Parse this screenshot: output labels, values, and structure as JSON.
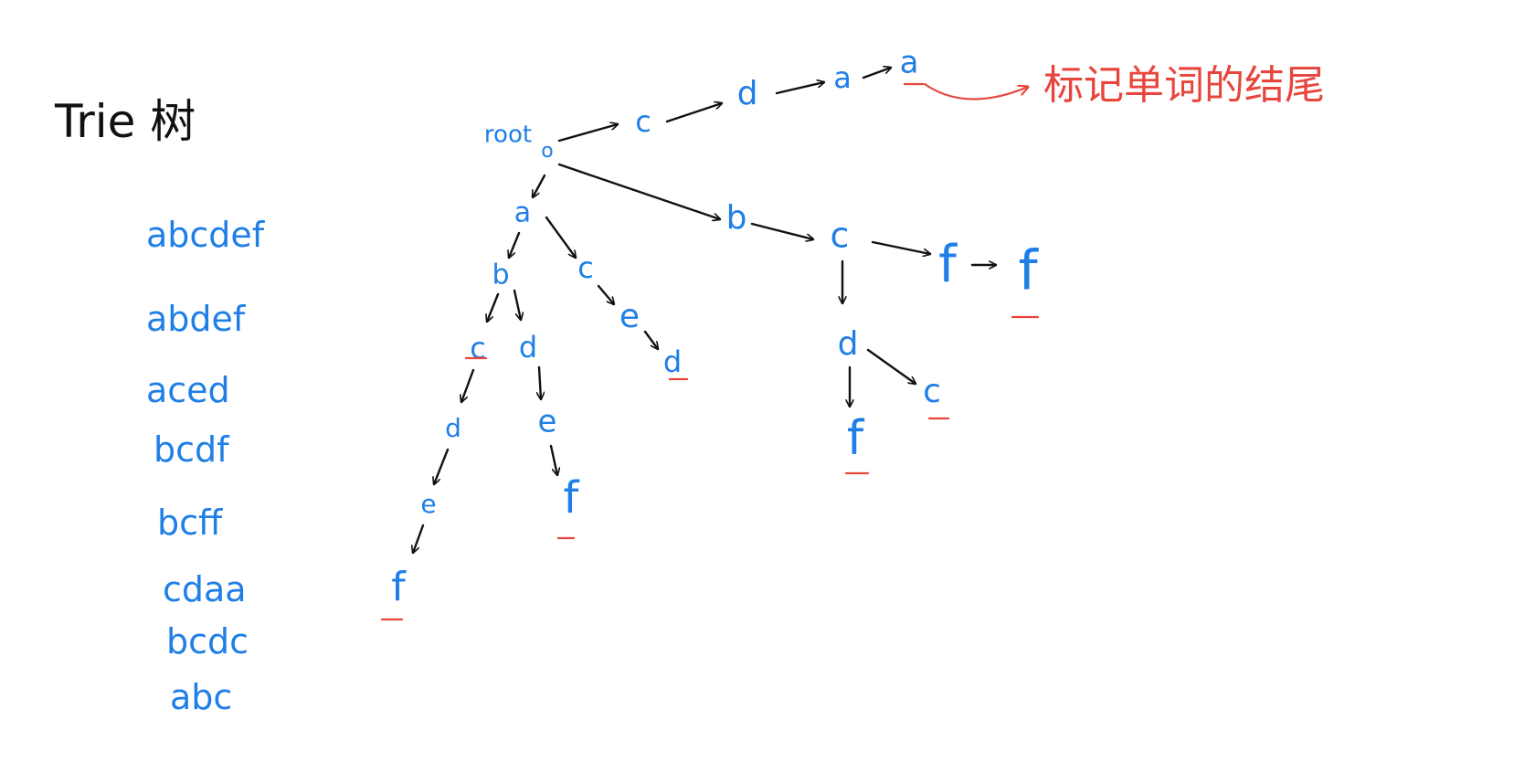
{
  "title": "Trie 树",
  "words": [
    "abcdef",
    "abdef",
    "aced",
    "bcdf",
    "bcff",
    "cdaa",
    "bcdc",
    "abc"
  ],
  "root_label": "root",
  "annotation": "标记单词的结尾",
  "nodes": {
    "n_a": "a",
    "n_ab": "b",
    "n_abc": "c",
    "n_abcd": "d",
    "n_abcde": "e",
    "n_abcdef": "f",
    "n_abd": "d",
    "n_abde": "e",
    "n_abdef": "f",
    "n_ac": "c",
    "n_ace": "e",
    "n_aced": "d",
    "n_b": "b",
    "n_bc": "c",
    "n_bcf": "f",
    "n_bcff": "f",
    "n_bcd": "d",
    "n_bcdf": "f",
    "n_bcdc": "c",
    "n_c": "c",
    "n_cd": "d",
    "n_cda": "a",
    "n_cdaa": "a"
  },
  "colors": {
    "node": "#1f7fe6",
    "edge": "#111111",
    "end_marker": "#e8453c"
  }
}
